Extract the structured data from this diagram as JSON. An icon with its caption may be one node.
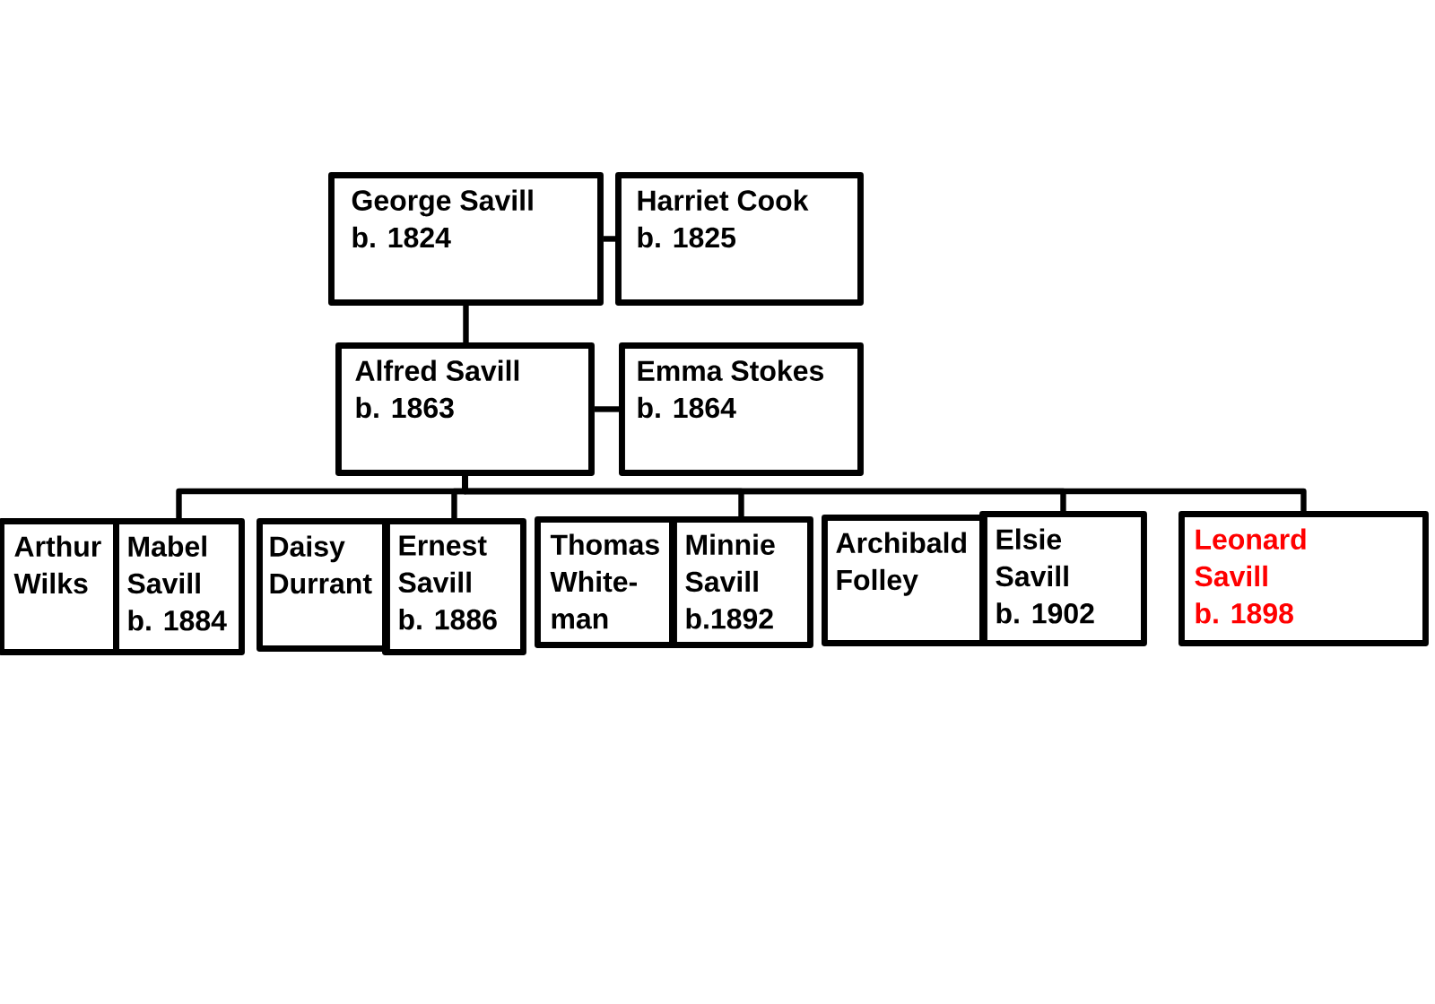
{
  "diagram": {
    "nodes": [
      {
        "text": [
          "George Savill",
          "b. 1824"
        ]
      },
      {
        "text": [
          "Harriet Cook",
          "b. 1825"
        ]
      },
      {
        "text": [
          "Alfred Savill",
          "b. 1863"
        ]
      },
      {
        "text": [
          "Emma Stokes",
          "b. 1864"
        ]
      },
      {
        "text": [
          "Arthur Wilks"
        ]
      },
      {
        "text": [
          "Mabel Savill",
          "b. 1884"
        ]
      },
      {
        "text": [
          "Daisy Durrant"
        ]
      },
      {
        "text": [
          "Ernest Savill",
          "b. 1886"
        ]
      },
      {
        "text": [
          "Thomas White-man"
        ]
      },
      {
        "text": [
          "Minnie Savill",
          "b.1892"
        ]
      },
      {
        "text": [
          "Archibald Folley"
        ]
      },
      {
        "text": [
          "Elsie Savill",
          "b. 1902"
        ]
      },
      {
        "text": [
          "Leonard Savill",
          "b. 1898"
        ]
      }
    ],
    "edges": [
      {
        "from": 0,
        "to": 1,
        "arrow": "none"
      },
      {
        "from": 0,
        "to": 2,
        "arrow": "none"
      },
      {
        "from": 2,
        "to": 3,
        "arrow": "none"
      },
      {
        "from": 2,
        "to": 5,
        "arrow": "none"
      },
      {
        "from": 2,
        "to": 7,
        "arrow": "none"
      },
      {
        "from": 2,
        "to": 9,
        "arrow": "none"
      },
      {
        "from": 2,
        "to": 11,
        "arrow": "none"
      },
      {
        "from": 2,
        "to": 12,
        "arrow": "none"
      }
    ]
  }
}
